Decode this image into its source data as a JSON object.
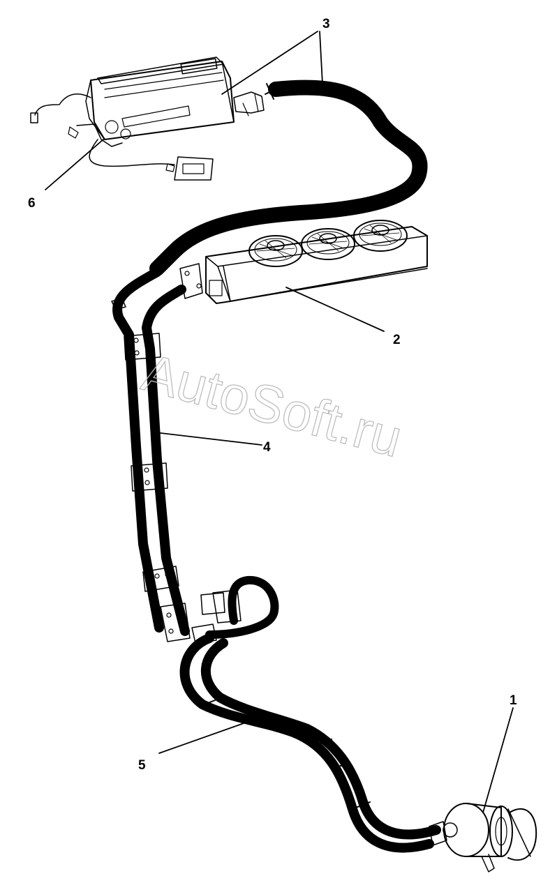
{
  "watermark": "AutoSoft.ru",
  "callouts": {
    "c1": "1",
    "c2": "2",
    "c3": "3",
    "c4": "4",
    "c5": "5",
    "c6": "6"
  },
  "components": {
    "evaporator": "evaporator-unit",
    "condenser": "condenser-with-three-fans",
    "compressor": "compressor"
  }
}
